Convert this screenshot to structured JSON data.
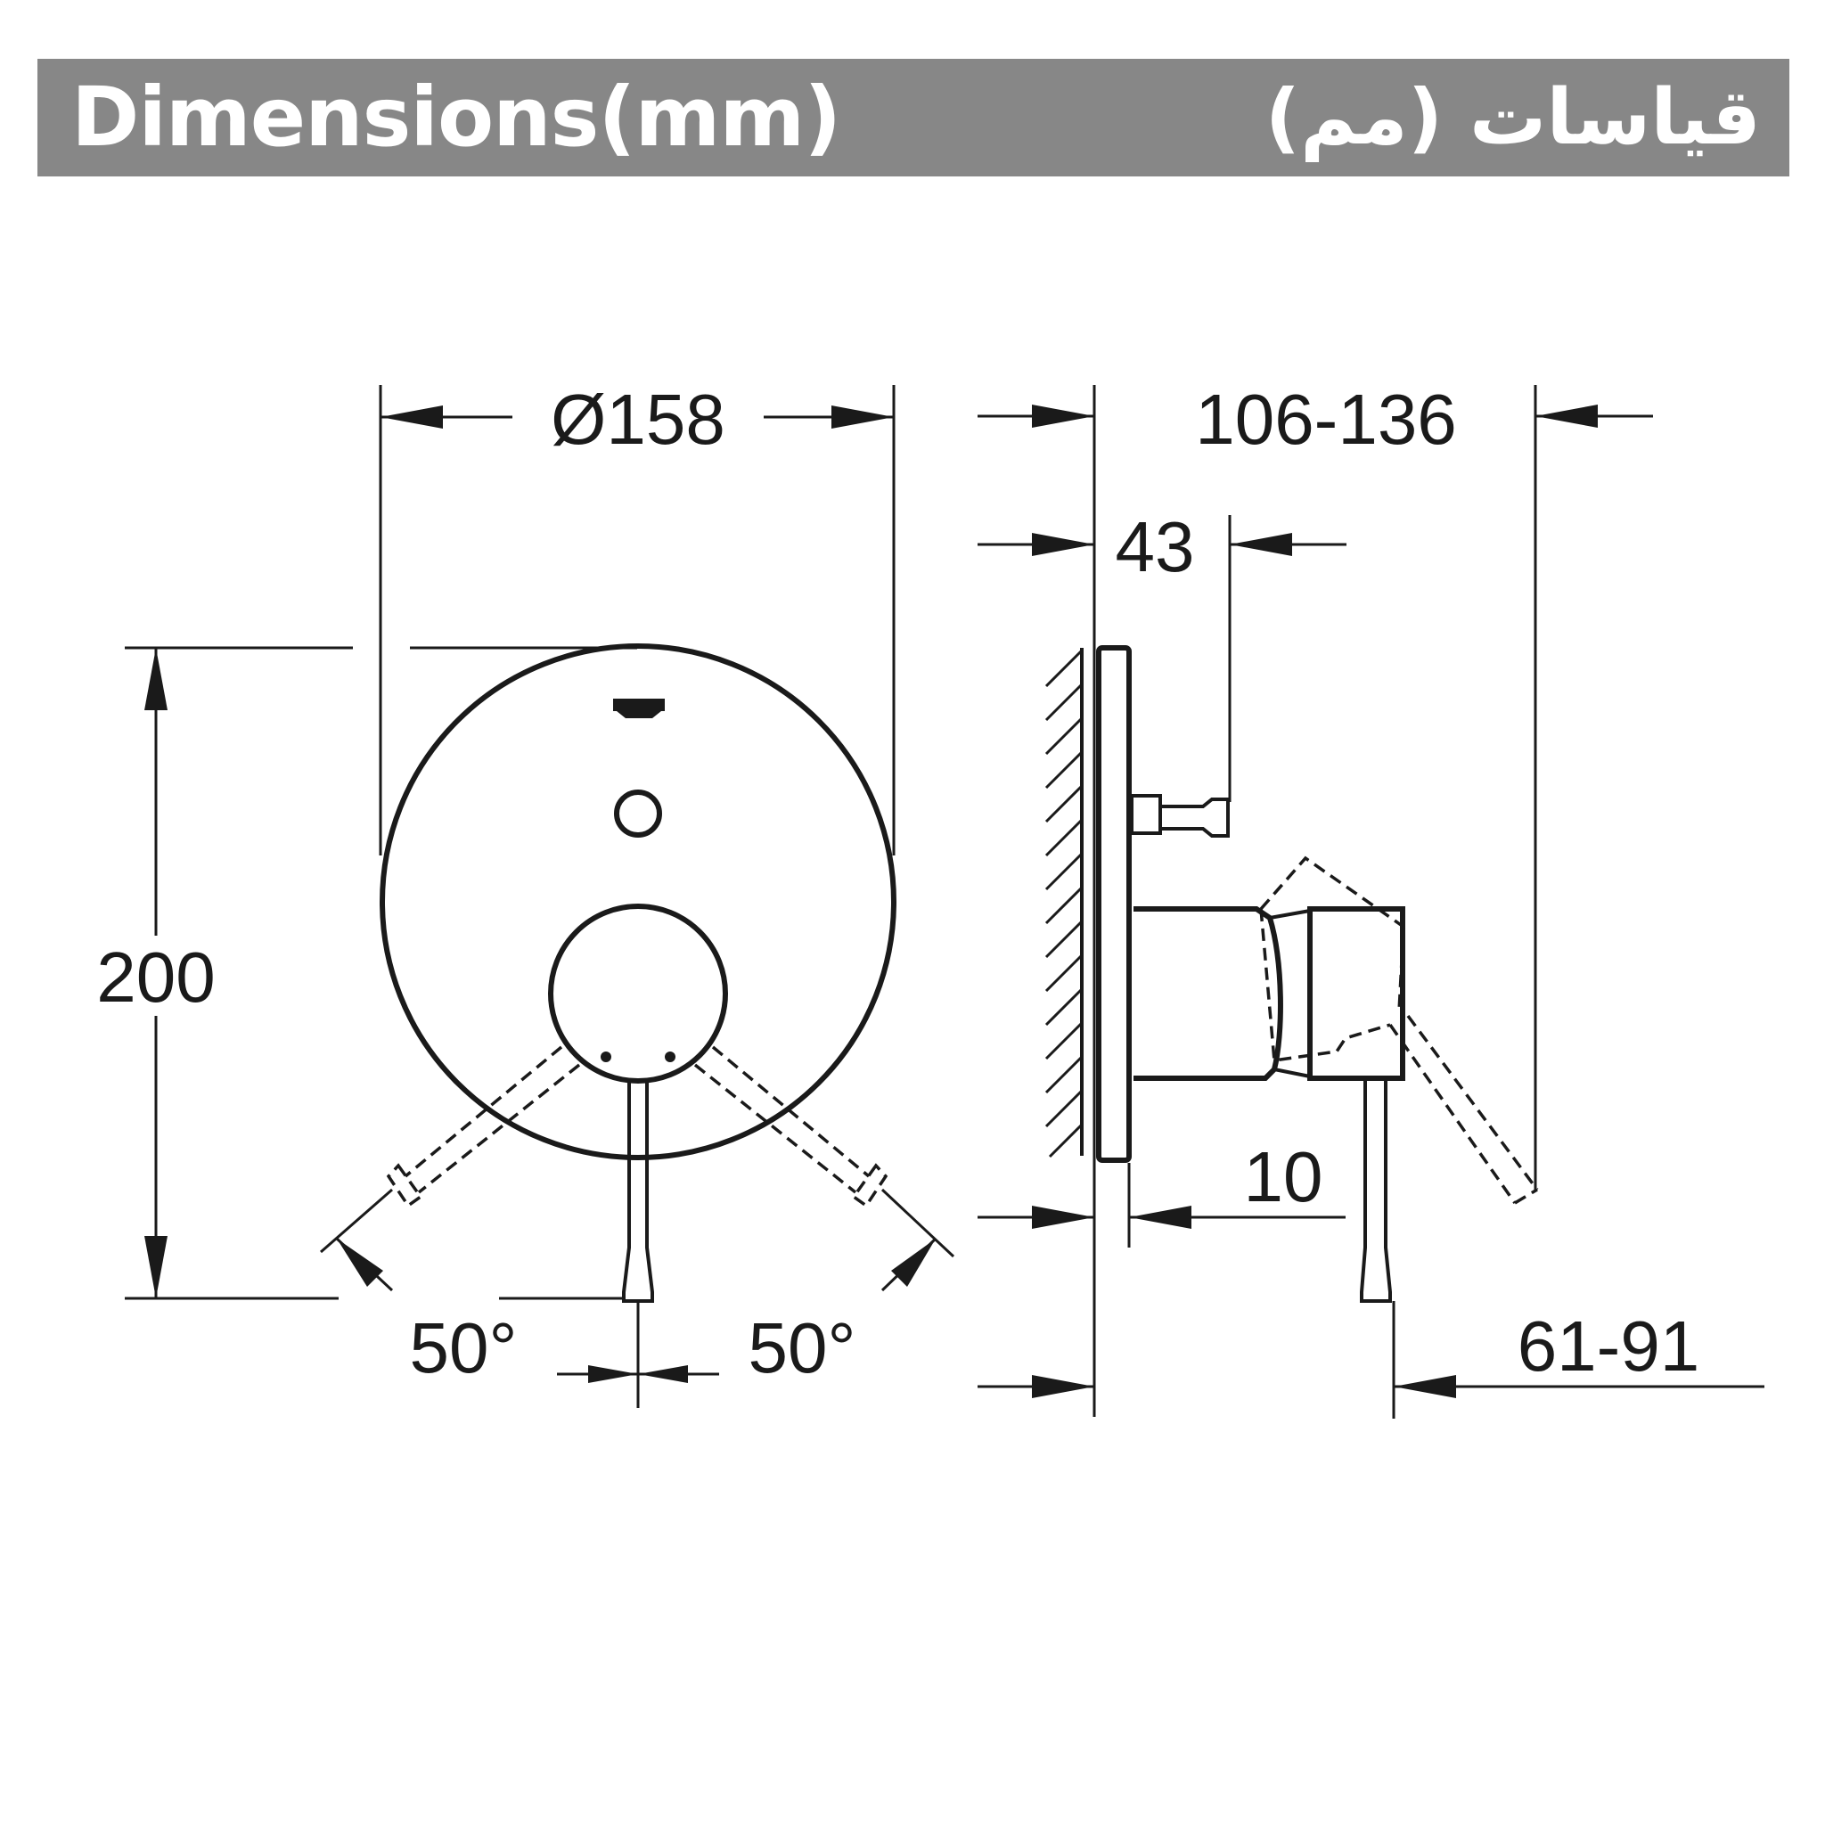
{
  "header": {
    "title_en": "Dimensions(mm)",
    "title_ar": "قياسات (مم)",
    "bar_color": "#878787",
    "text_color": "#ffffff"
  },
  "dimensions": {
    "diameter": "Ø158",
    "total_depth": "106-136",
    "cartridge_depth": "43",
    "plate_thickness": "10",
    "lever_depth": "61-91",
    "height": "200",
    "angle_left": "50°",
    "angle_right": "50°"
  },
  "line_color": "#1a1a1a"
}
